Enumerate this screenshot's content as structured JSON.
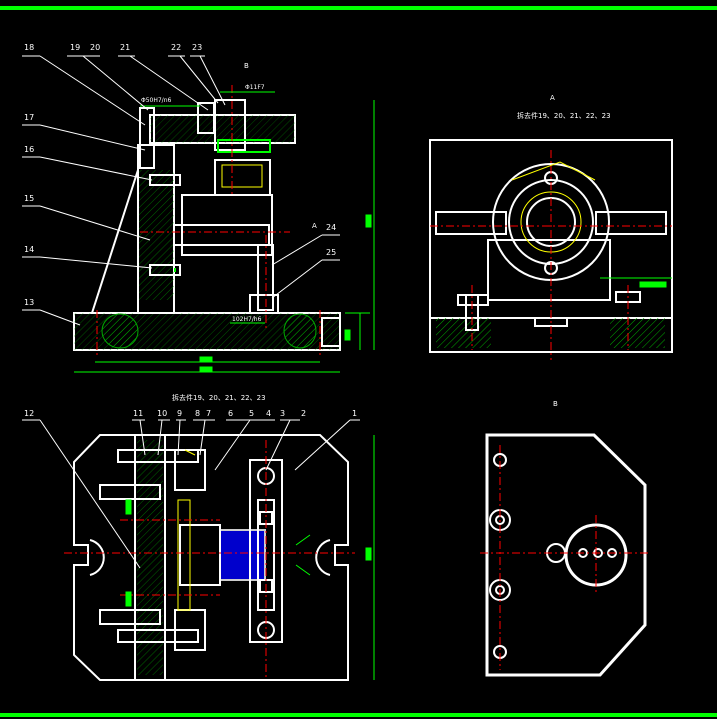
{
  "view_labels": {
    "section_a": "A",
    "section_b": "B",
    "arrow_b": "B",
    "arrow_a": "A"
  },
  "captions": {
    "top_right": "拆去件19、20、21、22、23",
    "bottom_left": "拆去件19、20、21、22、23"
  },
  "annotations": {
    "fit_1": "Φ50H7/n6",
    "fit_2": "Φ11F7",
    "dim_small": "102H7/h6"
  },
  "part_numbers_top": [
    "18",
    "19",
    "20",
    "21",
    "22",
    "23",
    "17",
    "16",
    "15",
    "14",
    "13",
    "24",
    "25"
  ],
  "part_numbers_bottom": [
    "12",
    "11",
    "10",
    "9",
    "8",
    "7",
    "6",
    "5",
    "4",
    "3",
    "2",
    "1"
  ],
  "colors": {
    "background": "#000000",
    "border": "#00ff00",
    "outline": "#ffffff",
    "dimension": "#00ff00",
    "center": "#ff0000",
    "hatch": "#00aa00",
    "highlight": "#ffff00",
    "accent": "#0000ff"
  }
}
